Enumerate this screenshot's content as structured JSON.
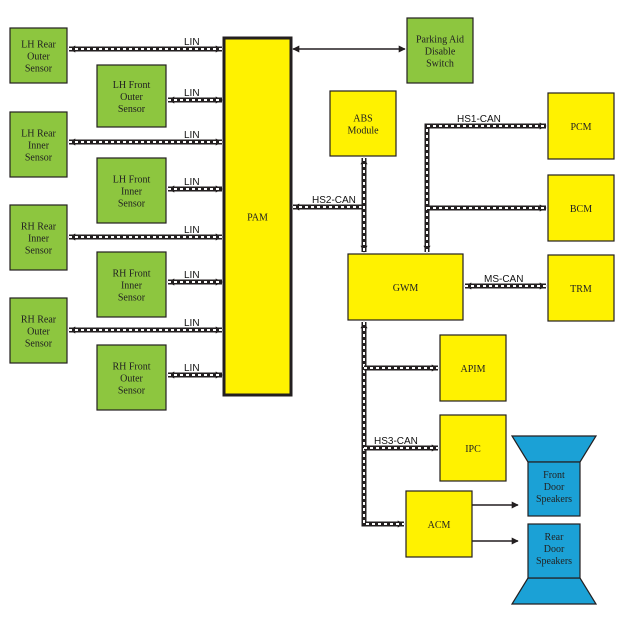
{
  "colors": {
    "sensor_fill": "#8DC63F",
    "module_fill": "#FFF200",
    "speaker_fill": "#1BA1D6",
    "line": "#231F20"
  },
  "boxes": {
    "lh_rear_outer": [
      "LH Rear",
      "Outer",
      "Sensor"
    ],
    "lh_front_outer": [
      "LH Front",
      "Outer",
      "Sensor"
    ],
    "lh_rear_inner": [
      "LH Rear",
      "Inner",
      "Sensor"
    ],
    "lh_front_inner": [
      "LH Front",
      "Inner",
      "Sensor"
    ],
    "rh_rear_inner": [
      "RH Rear",
      "Inner",
      "Sensor"
    ],
    "rh_front_inner": [
      "RH Front",
      "Inner",
      "Sensor"
    ],
    "rh_rear_outer": [
      "RH Rear",
      "Outer",
      "Sensor"
    ],
    "rh_front_outer": [
      "RH Front",
      "Outer",
      "Sensor"
    ],
    "pam": [
      "PAM"
    ],
    "parking_switch": [
      "Parking Aid",
      "Disable",
      "Switch"
    ],
    "abs": [
      "ABS",
      "Module"
    ],
    "pcm": [
      "PCM"
    ],
    "bcm": [
      "BCM"
    ],
    "gwm": [
      "GWM"
    ],
    "trm": [
      "TRM"
    ],
    "apim": [
      "APIM"
    ],
    "ipc": [
      "IPC"
    ],
    "acm": [
      "ACM"
    ],
    "front_speakers": [
      "Front",
      "Door",
      "Speakers"
    ],
    "rear_speakers": [
      "Rear",
      "Door",
      "Speakers"
    ]
  },
  "buses": {
    "lin": "LIN",
    "hs1": "HS1-CAN",
    "hs2": "HS2-CAN",
    "hs3": "HS3-CAN",
    "ms": "MS-CAN"
  }
}
